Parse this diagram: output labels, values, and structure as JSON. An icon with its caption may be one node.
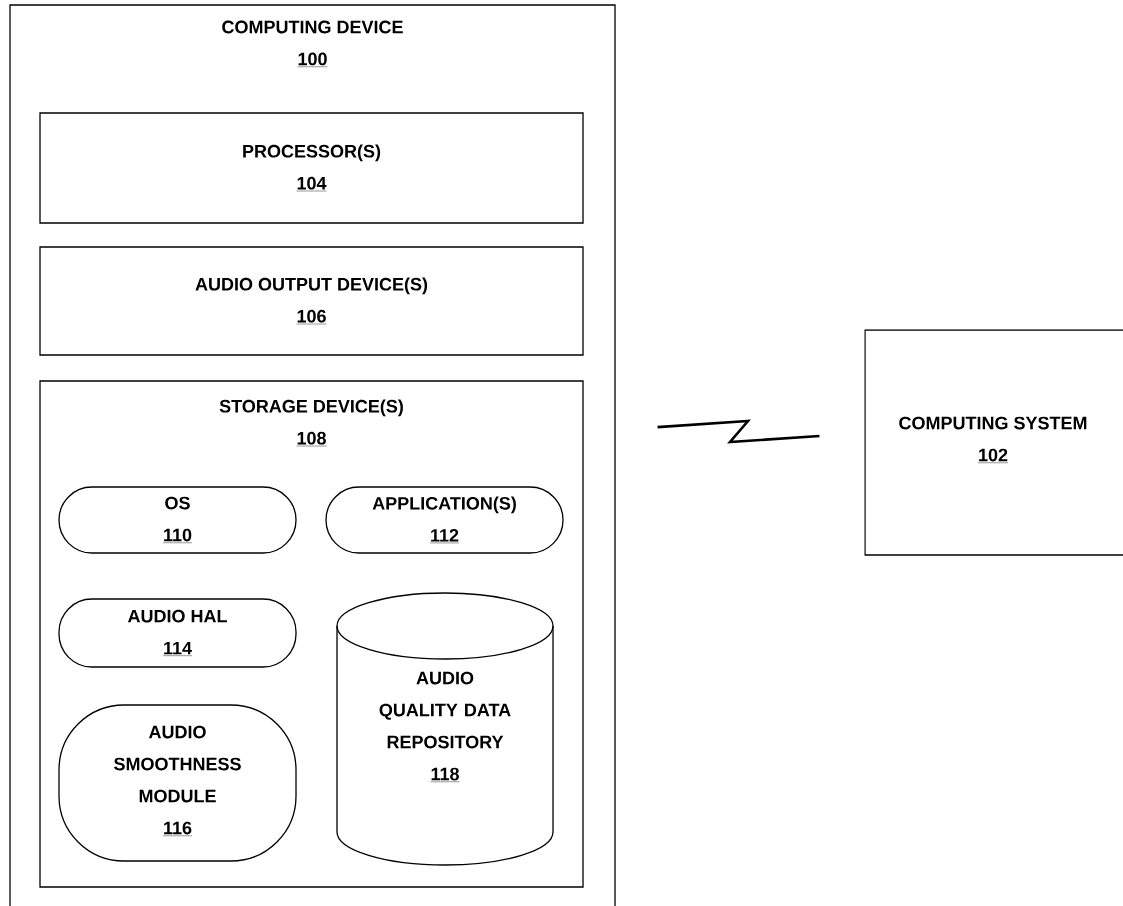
{
  "diagram": {
    "nodes": [
      {
        "text": [
          "COMPUTING DEVICE",
          "100"
        ]
      },
      {
        "text": [
          "PROCESSOR(S)",
          "104"
        ],
        "in": 0
      },
      {
        "text": [
          "AUDIO OUTPUT DEVICE(S)",
          "106"
        ],
        "in": 0
      },
      {
        "text": [
          "STORAGE DEVICE(S)",
          "108"
        ],
        "in": 0
      },
      {
        "text": [
          "OS",
          "110"
        ],
        "in": 3
      },
      {
        "text": [
          "APPLICATION(S)",
          "112"
        ],
        "in": 3
      },
      {
        "text": [
          "AUDIO HAL",
          "114"
        ],
        "in": 3
      },
      {
        "text": [
          "AUDIO SMOOTHNESS MODULE",
          "116"
        ],
        "in": 3
      },
      {
        "text": [
          "AUDIO QUALITY DATA REPOSITORY",
          "118"
        ],
        "in": 3
      },
      {
        "text": [
          "COMPUTING SYSTEM",
          "102"
        ]
      }
    ],
    "edges": [
      {
        "from": 0,
        "to": 9,
        "arrow": "none"
      }
    ]
  }
}
